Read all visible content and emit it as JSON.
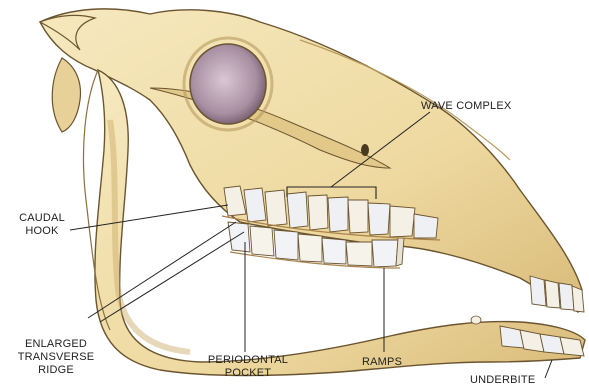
{
  "labels": {
    "wave_complex": "WAVE COMPLEX",
    "caudal_hook": [
      "CAUDAL",
      "HOOK"
    ],
    "enlarged_transverse_ridge": [
      "ENLARGED",
      "TRANSVERSE",
      "RIDGE"
    ],
    "periodontal_pocket": [
      "PERIODONTAL",
      "POCKET"
    ],
    "ramps": "RAMPS",
    "underbite": "UNDERBITE"
  },
  "colors": {
    "bone_light": "#f3e3b0",
    "bone_mid": "#e6cf8e",
    "bone_shadow": "#c9a866",
    "outline": "#6b5530",
    "orbit": "#b9a4b5",
    "leader": "#222222"
  }
}
